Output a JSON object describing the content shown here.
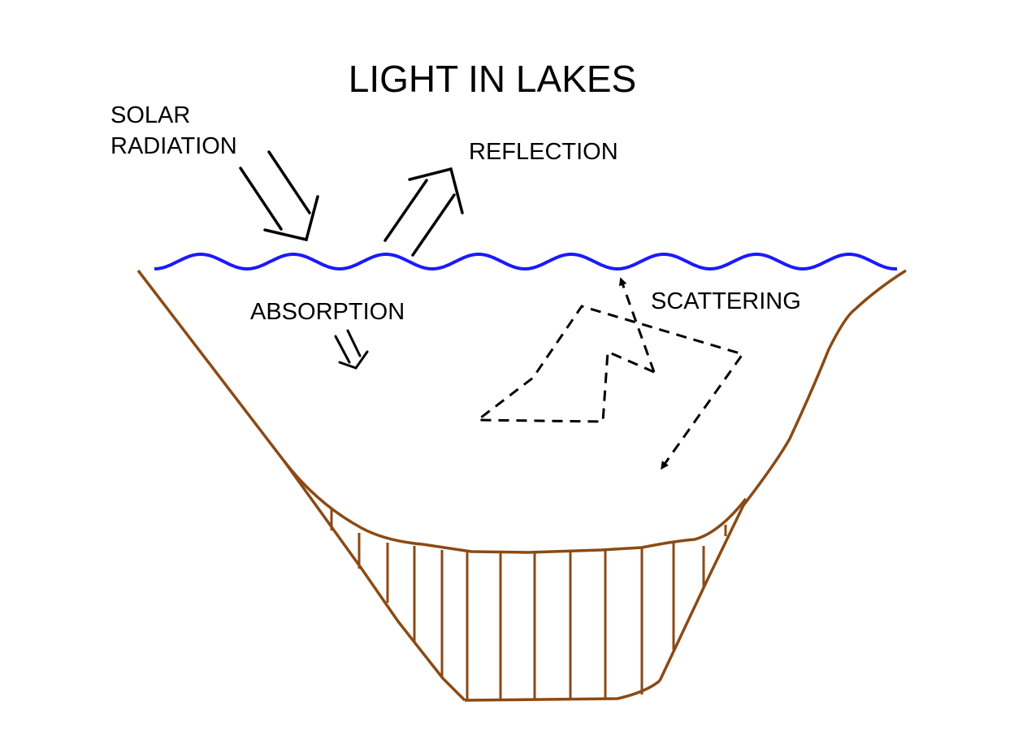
{
  "title": "LIGHT IN LAKES",
  "labels": {
    "solar_radiation_line1": "SOLAR",
    "solar_radiation_line2": "RADIATION",
    "reflection": "REFLECTION",
    "absorption": "ABSORPTION",
    "scattering": "SCATTERING"
  },
  "colors": {
    "water_surface": "#1a1aff",
    "lake_basin": "#8b4a14",
    "arrows": "#000000",
    "text": "#000000",
    "background": "#ffffff"
  }
}
